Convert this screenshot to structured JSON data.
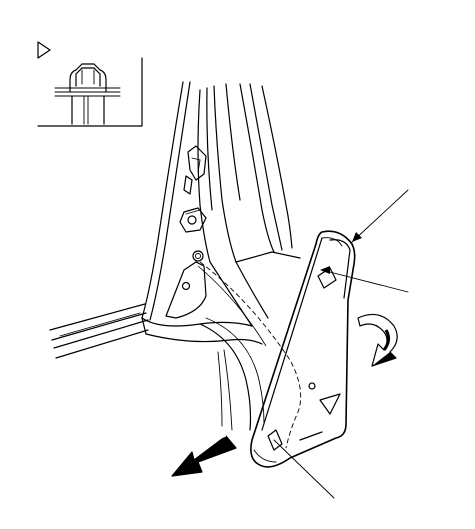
{
  "figure": {
    "inset": {
      "marker": "triangle-pointer"
    },
    "callouts": [
      {
        "id": "upper-right",
        "label": ""
      },
      {
        "id": "middle-right",
        "label": ""
      },
      {
        "id": "bottom",
        "label": ""
      }
    ],
    "arrows": [
      {
        "kind": "rotation",
        "direction": "clockwise"
      },
      {
        "kind": "removal",
        "direction": "down-left"
      }
    ],
    "colors": {
      "line": "#000000",
      "arrow_fill": "#000000",
      "background": "#ffffff"
    }
  }
}
